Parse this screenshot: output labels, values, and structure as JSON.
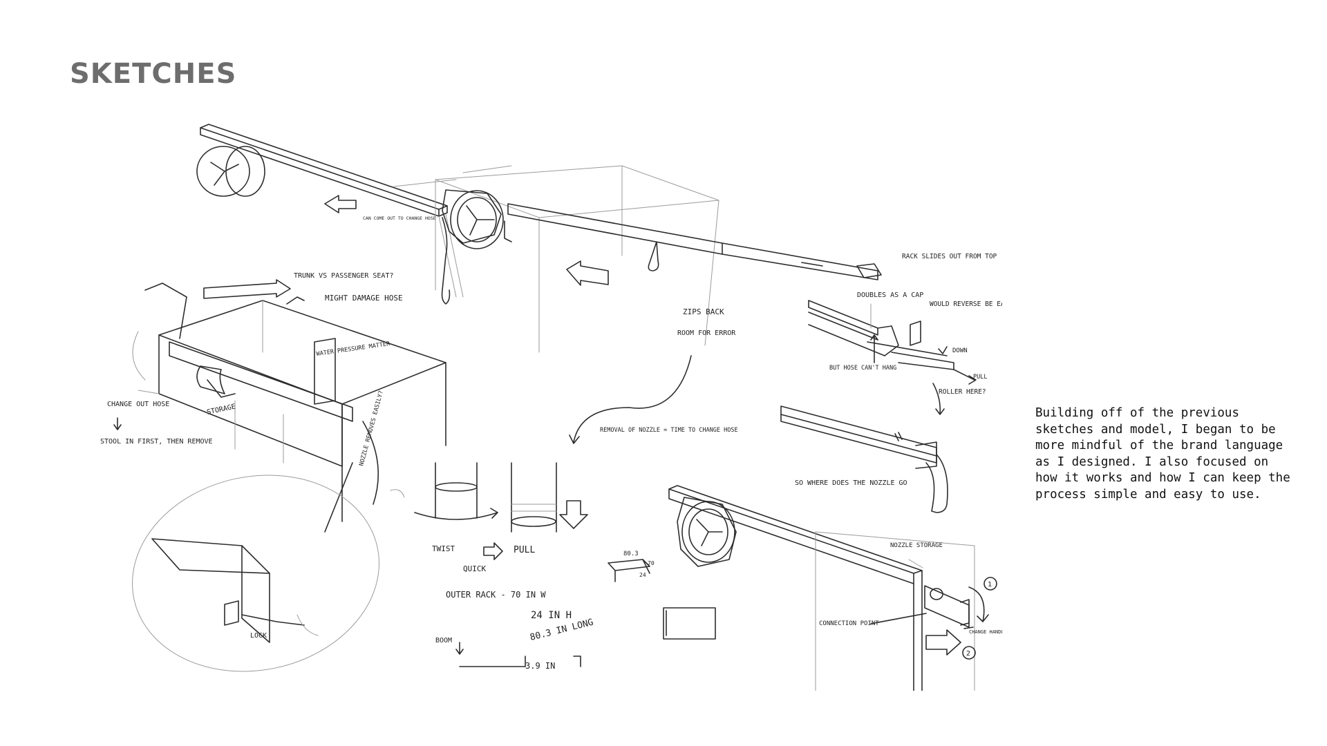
{
  "page": {
    "title": "SKETCHES",
    "description": "Building off of the previous sketches and model, I began to be more mindful of the brand language as I designed. I also focused on how it works and how I can keep the process simple and easy to use."
  },
  "sketch": {
    "notes": {
      "can_come_out": "CAN COME OUT TO CHANGE HOSE",
      "trunk_passenger": "TRUNK VS PASSENGER SEAT?",
      "might_damage": "MIGHT DAMAGE HOSE",
      "water_pressure": "WATER PRESSURE MATTER",
      "change_out_hose": "CHANGE OUT HOSE",
      "stool": "STOOL IN FIRST, THEN REMOVE",
      "storage": "STORAGE",
      "nozzle_removes": "NOZZLE REMOVES EASILY?",
      "lock": "LOCK",
      "zips_back": "ZIPS BACK",
      "room_for_error": "ROOM FOR ERROR",
      "removal_nozzle": "REMOVAL OF NOZZLE = TIME TO CHANGE HOSE",
      "twist": "TWIST",
      "pull": "PULL",
      "quick": "QUICK",
      "outer_rack": "OUTER RACK - 70 IN W",
      "dim_24": "24 IN H",
      "dim_long": "80.3 IN LONG",
      "boom": "BOOM",
      "dim_39": "3.9 IN",
      "box_803": "80.3",
      "box_70": "70",
      "box_24": "24",
      "rack_slides": "RACK SLIDES OUT FROM TOP",
      "doubles_cap": "DOUBLES AS A CAP",
      "would_reverse": "WOULD REVERSE BE EASIER TO USE?",
      "down": "DOWN",
      "pull_arrow": "PULL",
      "but_hose": "BUT HOSE CAN'T HANG",
      "roller": "ROLLER HERE?",
      "nozzle_go": "SO WHERE DOES THE NOZZLE GO",
      "nozzle_storage": "NOZZLE STORAGE",
      "connection_point": "CONNECTION POINT",
      "change_handle": "CHANGE HANDLE",
      "step1": "1",
      "step2": "2"
    }
  }
}
